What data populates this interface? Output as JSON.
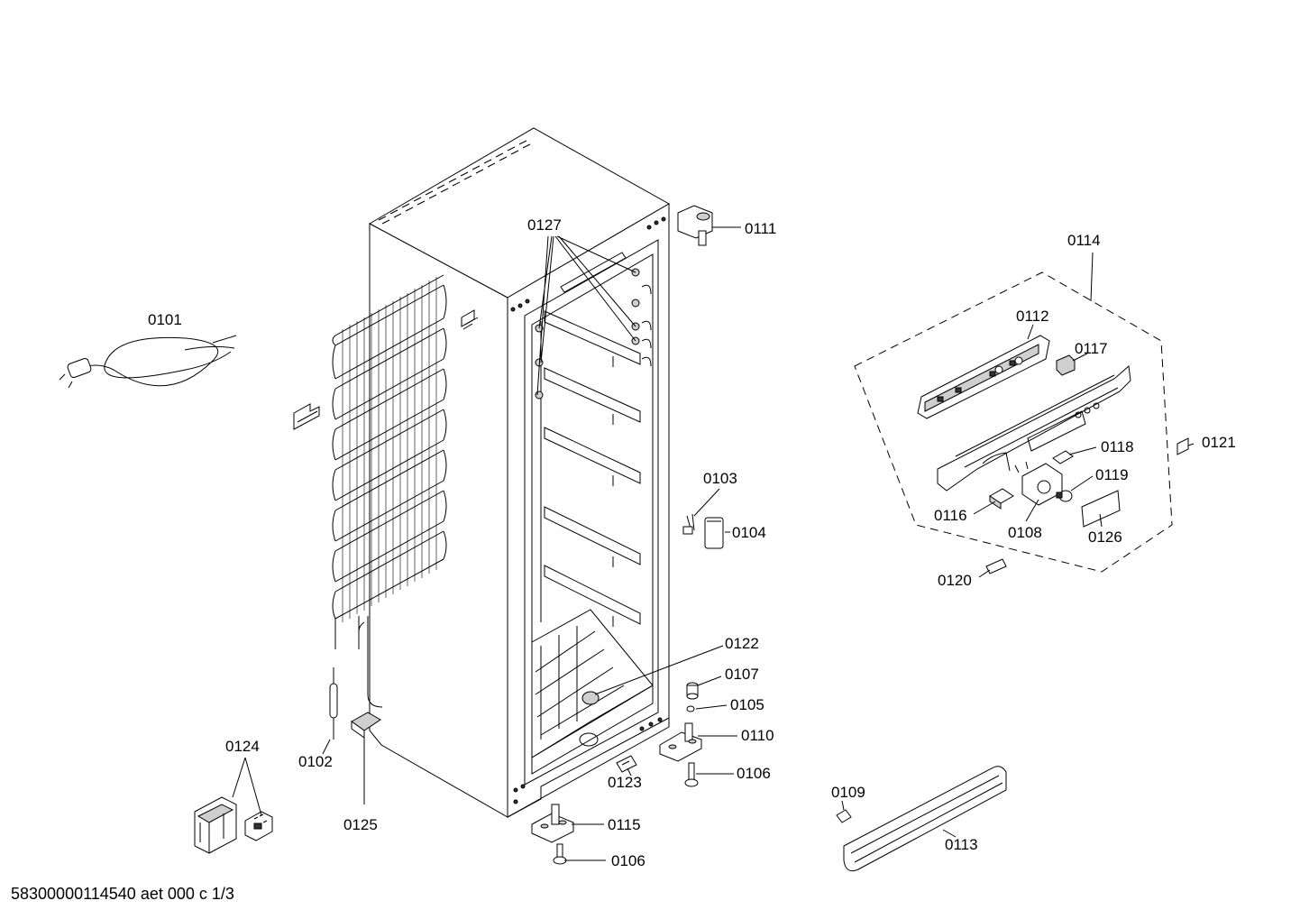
{
  "labels": {
    "p0101": "0101",
    "p0102": "0102",
    "p0103": "0103",
    "p0104": "0104",
    "p0105": "0105",
    "p0106a": "0106",
    "p0106b": "0106",
    "p0107": "0107",
    "p0108": "0108",
    "p0109": "0109",
    "p0110": "0110",
    "p0111": "0111",
    "p0112": "0112",
    "p0113": "0113",
    "p0114": "0114",
    "p0115": "0115",
    "p0116": "0116",
    "p0117": "0117",
    "p0118": "0118",
    "p0119": "0119",
    "p0120": "0120",
    "p0121": "0121",
    "p0122": "0122",
    "p0123": "0123",
    "p0124": "0124",
    "p0125": "0125",
    "p0126": "0126",
    "p0127": "0127"
  },
  "footer": "58300000114540 aet 000 c 1/3"
}
